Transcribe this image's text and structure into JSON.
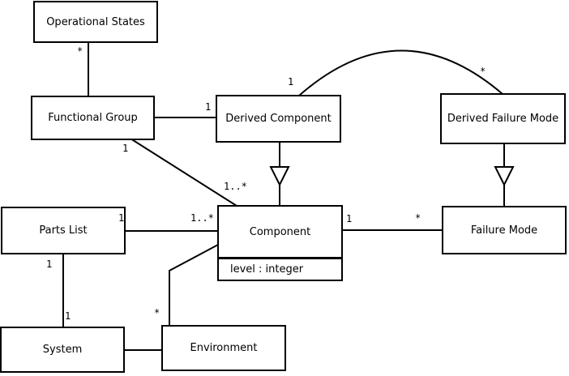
{
  "diagram": {
    "type": "uml-class-diagram",
    "background_color": "#ffffff",
    "stroke_color": "#000000",
    "nodes": [
      {
        "id": "operational-states",
        "label": "Operational States"
      },
      {
        "id": "functional-group",
        "label": "Functional Group"
      },
      {
        "id": "derived-component",
        "label": "Derived Component"
      },
      {
        "id": "derived-failure-mode",
        "label": "Derived Failure Mode"
      },
      {
        "id": "parts-list",
        "label": "Parts List"
      },
      {
        "id": "component",
        "label": "Component",
        "attributes": [
          "level : integer"
        ]
      },
      {
        "id": "failure-mode",
        "label": "Failure Mode"
      },
      {
        "id": "system",
        "label": "System"
      },
      {
        "id": "environment",
        "label": "Environment"
      }
    ],
    "relationships": [
      {
        "from": "Operational States",
        "to": "Functional Group",
        "from_label": "*",
        "to_label": "",
        "type": "association"
      },
      {
        "from": "Functional Group",
        "to": "Derived Component",
        "from_label": "",
        "to_label": "1",
        "type": "association"
      },
      {
        "from": "Functional Group",
        "to": "Component",
        "from_label": "1",
        "to_label": "1..*",
        "type": "association"
      },
      {
        "from": "Parts List",
        "to": "Component",
        "from_label": "1",
        "to_label": "1..*",
        "type": "association"
      },
      {
        "from": "Component",
        "to": "Failure Mode",
        "from_label": "1",
        "to_label": "*",
        "type": "association"
      },
      {
        "from": "Parts List",
        "to": "System",
        "from_label": "1",
        "to_label": "1",
        "type": "association"
      },
      {
        "from": "System",
        "to": "Environment",
        "from_label": "",
        "to_label": "",
        "type": "association"
      },
      {
        "from": "Environment",
        "to": "Component",
        "from_label": "*",
        "to_label": "",
        "type": "association"
      },
      {
        "from": "Derived Component",
        "to": "Derived Failure Mode",
        "from_label": "1",
        "to_label": "*",
        "type": "association-arc"
      },
      {
        "from": "Derived Component",
        "to": "Component",
        "from_label": "",
        "to_label": "",
        "type": "generalization"
      },
      {
        "from": "Derived Failure Mode",
        "to": "Failure Mode",
        "from_label": "",
        "to_label": "",
        "type": "generalization"
      }
    ],
    "multiplicities": [
      {
        "text": "*"
      },
      {
        "text": "1"
      },
      {
        "text": "1"
      },
      {
        "text": "1..*"
      },
      {
        "text": "1"
      },
      {
        "text": "1..*"
      },
      {
        "text": "1"
      },
      {
        "text": "*"
      },
      {
        "text": "1"
      },
      {
        "text": "1"
      },
      {
        "text": "*"
      },
      {
        "text": "1"
      },
      {
        "text": "*"
      }
    ]
  }
}
